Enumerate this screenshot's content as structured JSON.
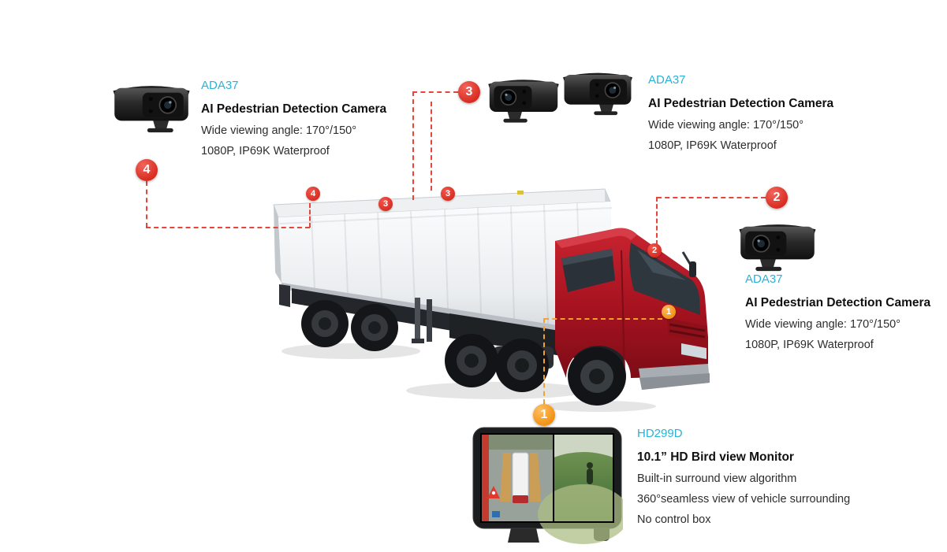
{
  "colors": {
    "accent_cyan": "#2ab2d6",
    "callout_red": "#d92b20",
    "callout_orange": "#f09112",
    "body_text": "#2d2d2d",
    "cab_red": "#a5121f",
    "trailer_white": "#eef0f2"
  },
  "camera_rear": {
    "badge": "4",
    "model": "ADA37",
    "title": "AI Pedestrian Detection Camera",
    "spec1": "Wide viewing angle: 170°/150°",
    "spec2": "1080P, IP69K Waterproof"
  },
  "camera_side": {
    "badge": "3",
    "model": "ADA37",
    "title": "AI Pedestrian Detection Camera",
    "spec1": "Wide viewing angle: 170°/150°",
    "spec2": "1080P, IP69K Waterproof"
  },
  "camera_front": {
    "badge": "2",
    "model": "ADA37",
    "title": "AI Pedestrian Detection Camera",
    "spec1": "Wide viewing angle: 170°/150°",
    "spec2": "1080P, IP69K Waterproof"
  },
  "monitor": {
    "badge": "1",
    "model": "HD299D",
    "title": "10.1” HD Bird view Monitor",
    "spec1": "Built-in surround view algorithm",
    "spec2": "360°seamless view of vehicle surrounding",
    "spec3": "No control box"
  },
  "truck_markers": {
    "rear": "4",
    "side_left": "3",
    "side_right": "3",
    "front": "2",
    "bottom": "1"
  }
}
